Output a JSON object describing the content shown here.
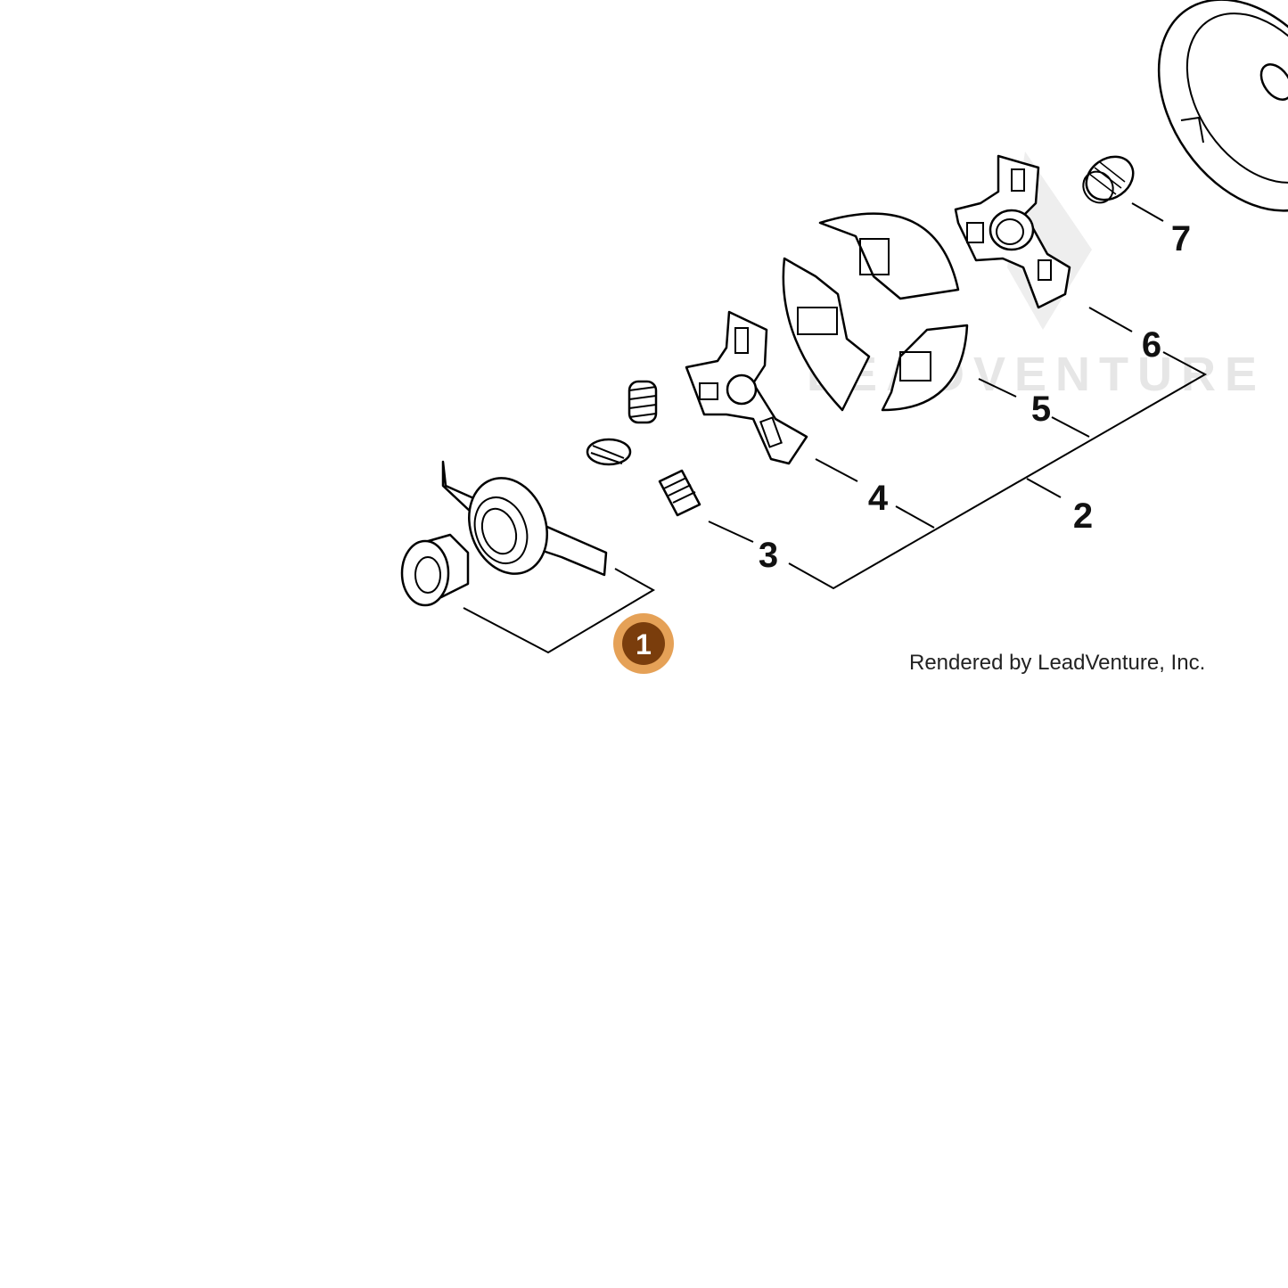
{
  "watermark": {
    "text": "LEADVENTURE"
  },
  "credit": "Rendered by LeadVenture, Inc.",
  "callouts": [
    {
      "label": "1",
      "highlighted": true
    },
    {
      "label": "2"
    },
    {
      "label": "3"
    },
    {
      "label": "4"
    },
    {
      "label": "5"
    },
    {
      "label": "6"
    },
    {
      "label": "7"
    }
  ],
  "colors": {
    "highlight_fill": "#7a3d0c",
    "highlight_ring": "#e0913a",
    "highlight_text": "#ffffff",
    "line": "#000000",
    "watermark": "#e6e6e6"
  }
}
